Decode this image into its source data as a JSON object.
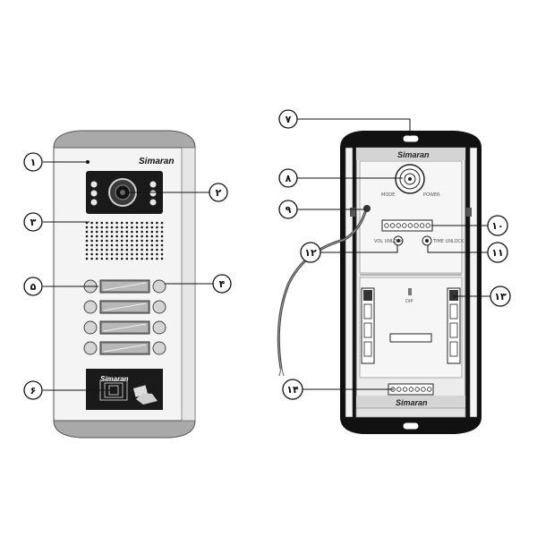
{
  "front_panel": {
    "brand": "Simaran",
    "card_reader_brand": "Simaran"
  },
  "back_panel": {
    "brand_top": "Simaran",
    "brand_bottom": "Simaran",
    "label_mode": "MODE",
    "label_power": "POWER",
    "label_volume": "VOL UNLOCK",
    "label_unlock": "TIME UNLOCK",
    "label_dip": "DIP"
  },
  "callouts": [
    {
      "id": "1",
      "label": "۱"
    },
    {
      "id": "2",
      "label": "۲"
    },
    {
      "id": "3",
      "label": "۳"
    },
    {
      "id": "4",
      "label": "۴"
    },
    {
      "id": "5",
      "label": "۵"
    },
    {
      "id": "6",
      "label": "۶"
    },
    {
      "id": "7",
      "label": "۷"
    },
    {
      "id": "8",
      "label": "۸"
    },
    {
      "id": "9",
      "label": "۹"
    },
    {
      "id": "10",
      "label": "۱۰"
    },
    {
      "id": "11",
      "label": "۱۱"
    },
    {
      "id": "12",
      "label": "۱۲"
    },
    {
      "id": "13",
      "label": "۱۳"
    },
    {
      "id": "14",
      "label": "۱۴"
    }
  ]
}
